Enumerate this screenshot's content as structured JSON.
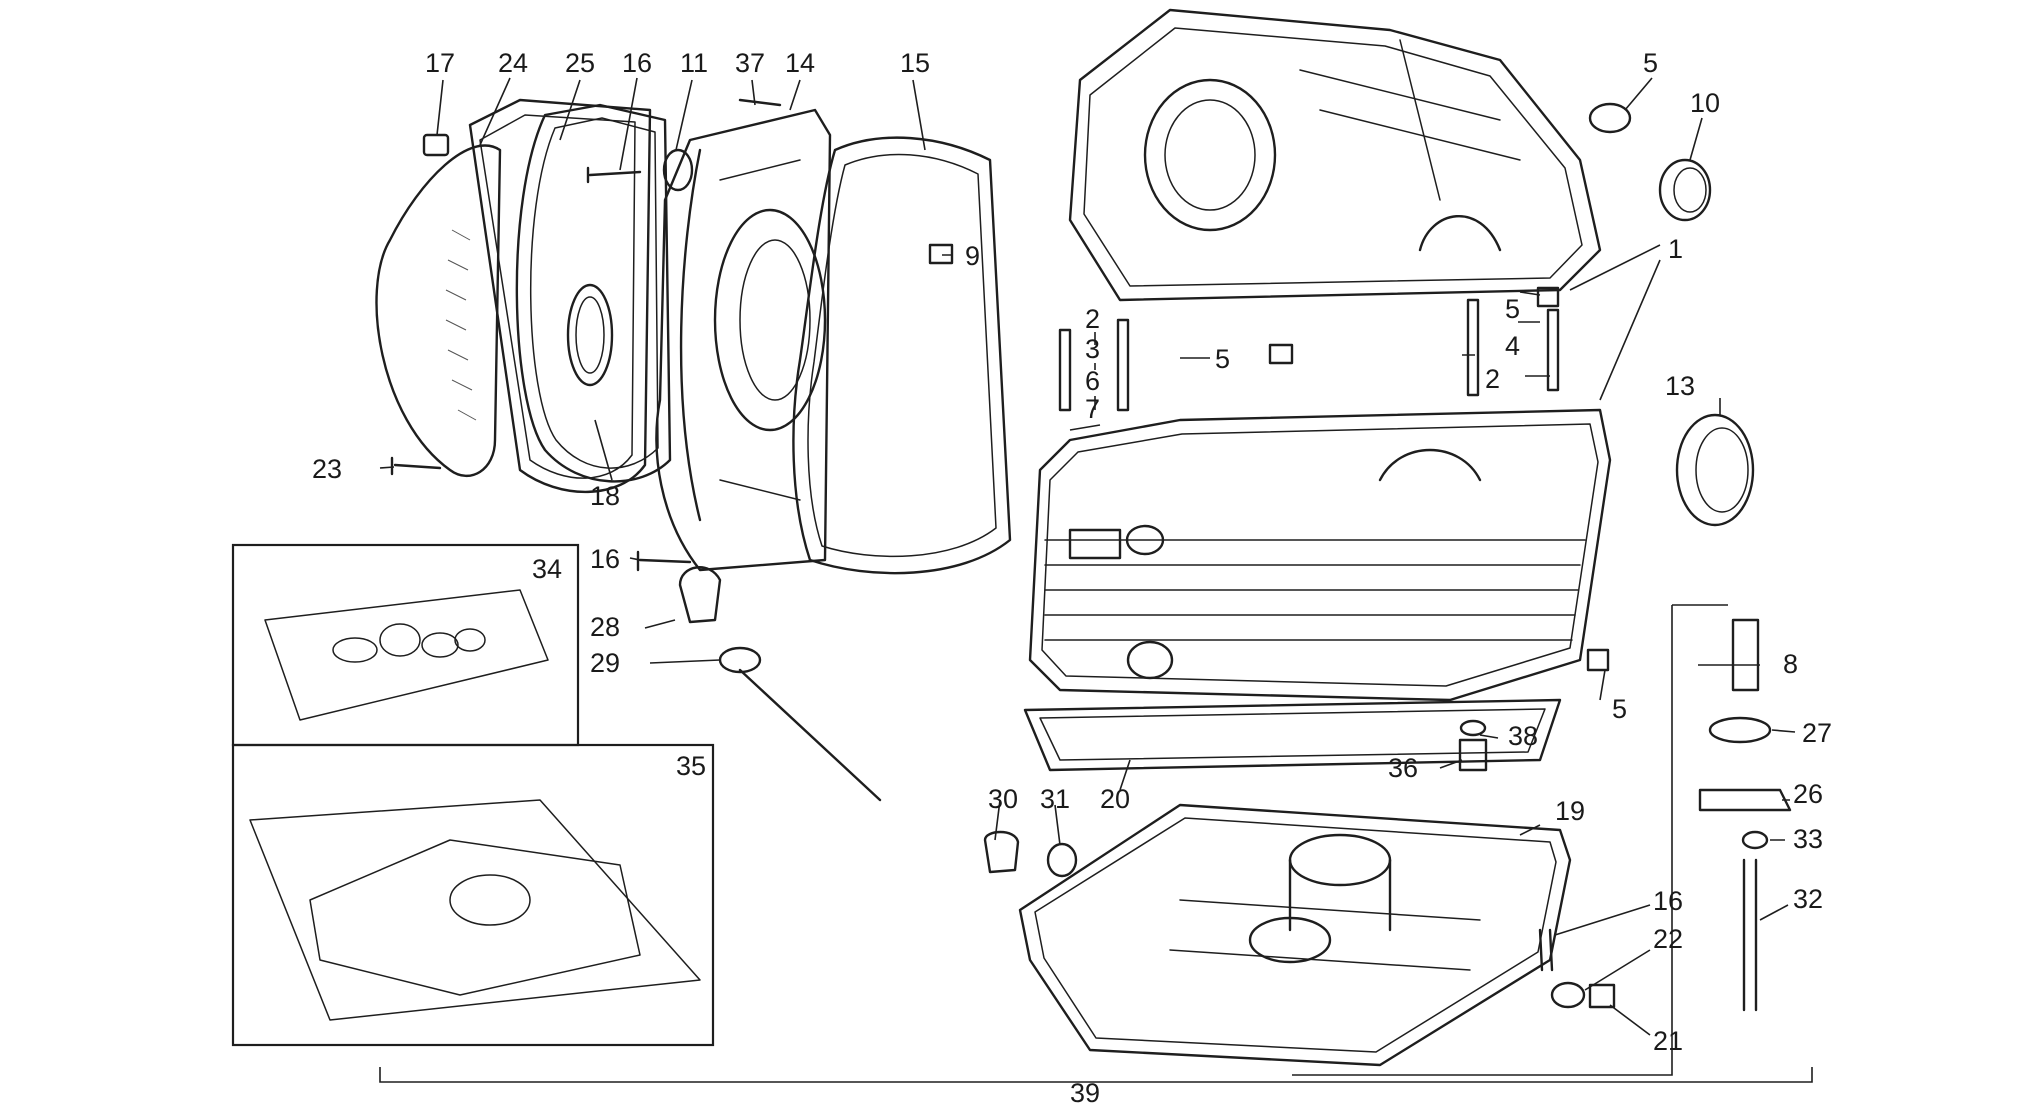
{
  "diagram": {
    "labels": [
      "17",
      "24",
      "25",
      "16",
      "11",
      "37",
      "14",
      "15",
      "9",
      "5",
      "10",
      "1",
      "2",
      "3",
      "6",
      "7",
      "5",
      "5",
      "4",
      "2",
      "13",
      "23",
      "18",
      "16",
      "34",
      "28",
      "29",
      "8",
      "27",
      "5",
      "38",
      "36",
      "35",
      "20",
      "30",
      "31",
      "19",
      "26",
      "33",
      "16",
      "22",
      "32",
      "21",
      "39"
    ],
    "bracket_label": "39"
  }
}
